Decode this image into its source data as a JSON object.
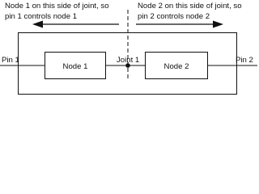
{
  "annotations": {
    "left_line1": "Node 1 on this side of joint, so",
    "left_line2": "pin 1 controls node 1",
    "right_line1": "Node 2 on this side of joint, so",
    "right_line2": "pin 2 controls node 2"
  },
  "pins": {
    "pin1": "Pin 1",
    "pin2": "Pin 2"
  },
  "nodes": {
    "node1": "Node 1",
    "node2": "Node 2"
  },
  "joint": "Joint 1",
  "colors": {
    "line": "#111111",
    "background": "#ffffff"
  }
}
